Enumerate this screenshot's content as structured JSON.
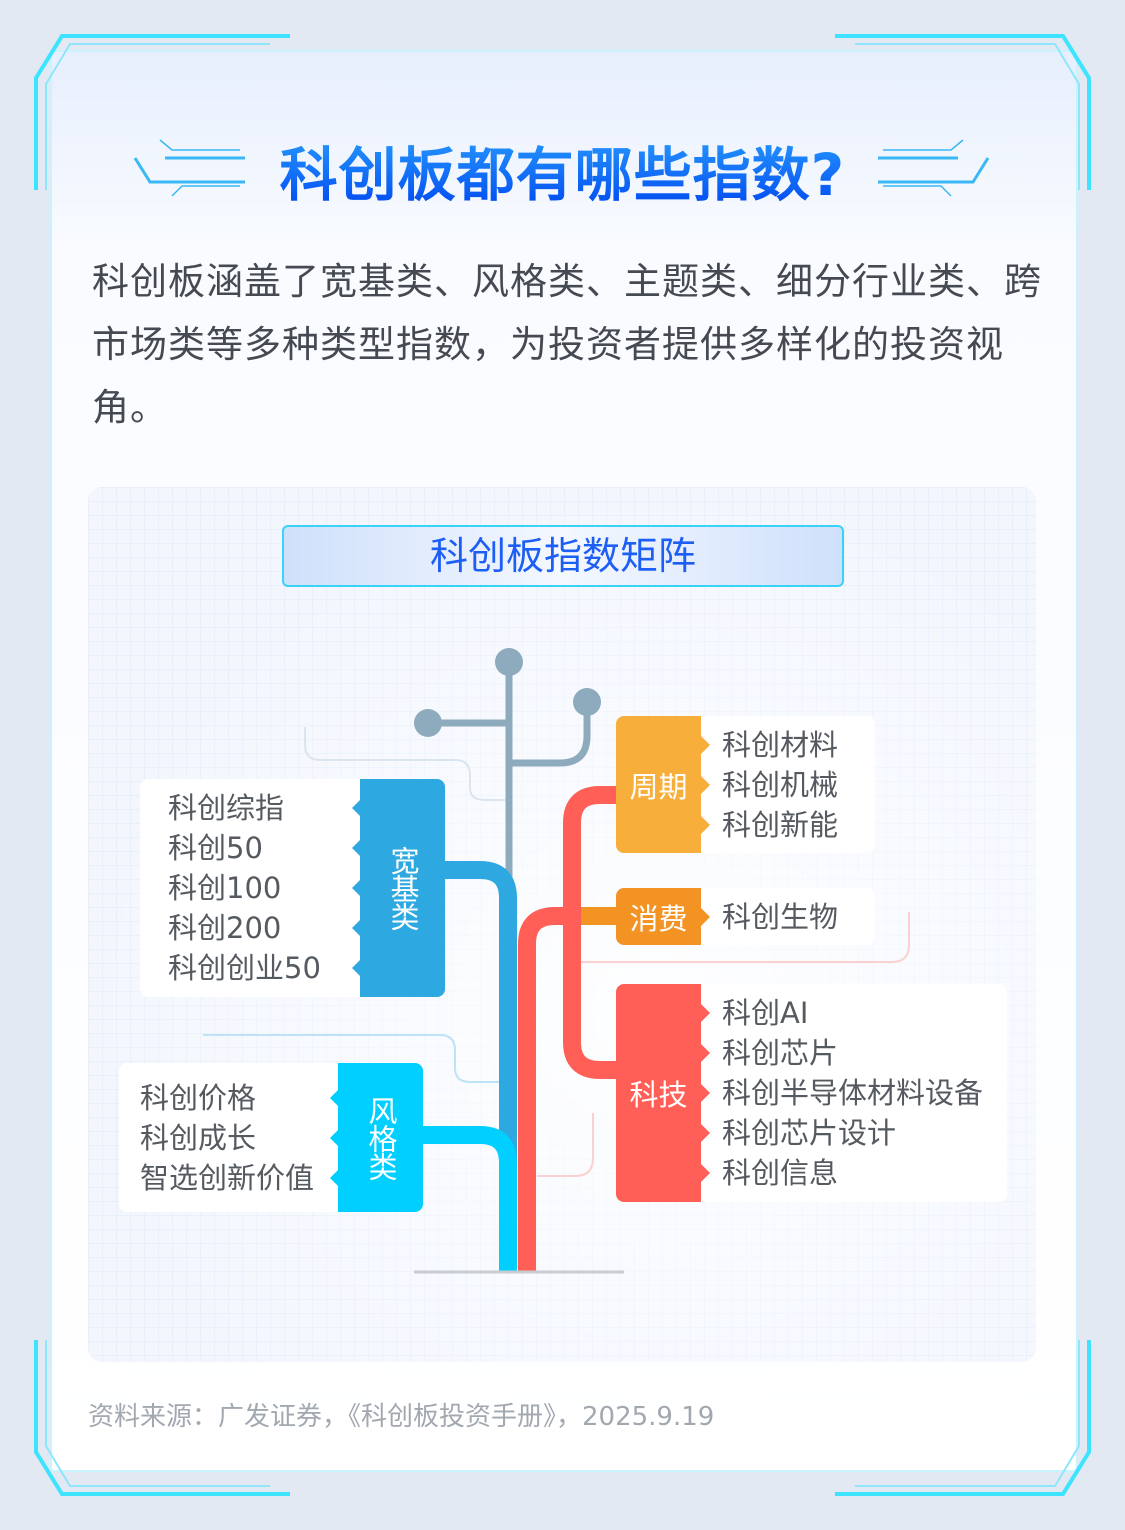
{
  "title": "科创板都有哪些指数?",
  "intro": "科创板涵盖了宽基类、风格类、主题类、细分行业类、跨市场类等多种类型指数，为投资者提供多样化的投资视角。",
  "matrix_title": "科创板指数矩阵",
  "groups": {
    "broad": {
      "label": "宽基类",
      "color": "#2da8e0",
      "items": [
        "科创综指",
        "科创50",
        "科创100",
        "科创200",
        "科创创业50"
      ]
    },
    "style": {
      "label": "风格类",
      "color": "#00cfff",
      "items": [
        "科创价格",
        "科创成长",
        "智选创新价值"
      ]
    },
    "cycle": {
      "label": "周期",
      "color": "#f8ae3b",
      "items": [
        "科创材料",
        "科创机械",
        "科创新能"
      ]
    },
    "consumer": {
      "label": "消费",
      "color": "#f39324",
      "items": [
        "科创生物"
      ]
    },
    "tech": {
      "label": "科技",
      "color": "#ff5f57",
      "items": [
        "科创AI",
        "科创芯片",
        "科创半导体材料设备",
        "科创芯片设计",
        "科创信息"
      ]
    }
  },
  "source": "资料来源：广发证券，《科创板投资手册》，2025.9.19"
}
